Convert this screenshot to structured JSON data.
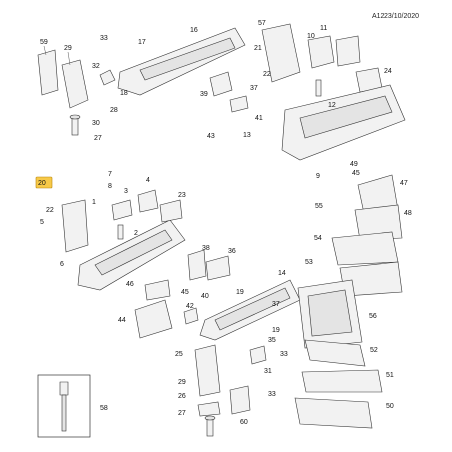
{
  "header": {
    "code": "A12",
    "date": "23/10/2020"
  },
  "highlight_color": "#f7c948",
  "callouts": {
    "c1": "1",
    "c2": "2",
    "c3": "3",
    "c4": "4",
    "c5": "5",
    "c6": "6",
    "c7": "7",
    "c8": "8",
    "c9": "9",
    "c10": "10",
    "c11": "11",
    "c12": "12",
    "c13": "13",
    "c14": "14",
    "c16": "16",
    "c17": "17",
    "c18": "18",
    "c19": "19",
    "c20": "20",
    "c21": "21",
    "c22": "22",
    "c23": "23",
    "c24": "24",
    "c25": "25",
    "c26": "26",
    "c27a": "27",
    "c27b": "27",
    "c28": "28",
    "c29": "29",
    "c30": "30",
    "c31": "31",
    "c32": "32",
    "c33a": "33",
    "c33b": "33",
    "c35": "35",
    "c36": "36",
    "c37": "37",
    "c38": "38",
    "c39": "39",
    "c40": "40",
    "c41": "41",
    "c42": "42",
    "c43": "43",
    "c44": "44",
    "c45": "45",
    "c46": "46",
    "c47": "47",
    "c48": "48",
    "c49": "49",
    "c50": "50",
    "c51": "51",
    "c52": "52",
    "c53": "53",
    "c54": "54",
    "c55": "55",
    "c56": "56",
    "c57": "57",
    "c58": "58",
    "c59": "59",
    "c60": "60"
  }
}
